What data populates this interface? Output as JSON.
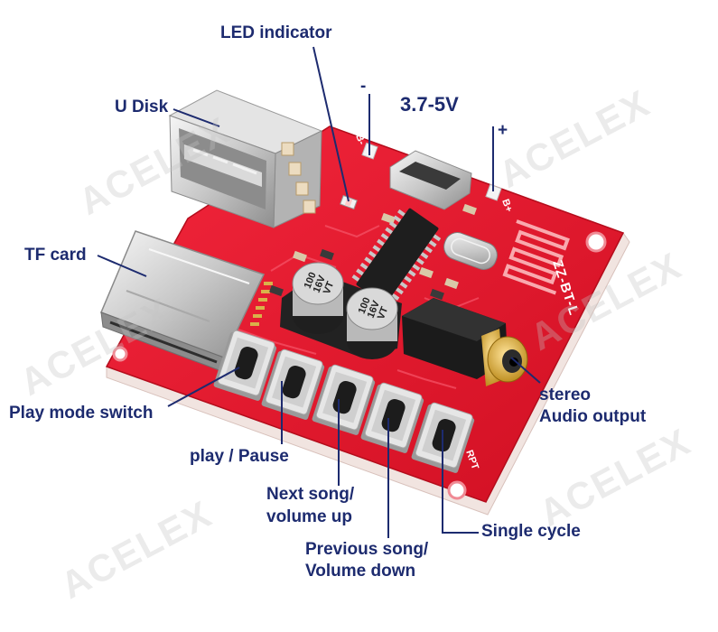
{
  "labels": {
    "led_indicator": "LED indicator",
    "u_disk": "U Disk",
    "minus": "-",
    "voltage": "3.7-5V",
    "plus": "+",
    "tf_card": "TF card",
    "stereo_line1": "stereo",
    "stereo_line2": "Audio output",
    "play_mode_switch": "Play mode switch",
    "play_pause": "play / Pause",
    "next_song_line1": "Next song/",
    "next_song_line2": "volume up",
    "previous_song_line1": "Previous song/",
    "previous_song_line2": "Volume down",
    "single_cycle": "Single cycle"
  },
  "pcb_silkscreen": {
    "model": "ZZ-BT-L",
    "battery_minus_pad": "B-",
    "battery_plus_pad": "B+",
    "repeat_button": "RPT"
  },
  "capacitors": [
    {
      "marking": [
        "100",
        "16V",
        "VT"
      ]
    },
    {
      "marking": [
        "100",
        "16V",
        "VT"
      ]
    }
  ],
  "watermark": "ACELEX",
  "colors": {
    "label_text": "#1d2b6f",
    "leader_line": "#1d2b6f",
    "pcb": "#e3192c",
    "watermark": "#c4c4c4"
  }
}
